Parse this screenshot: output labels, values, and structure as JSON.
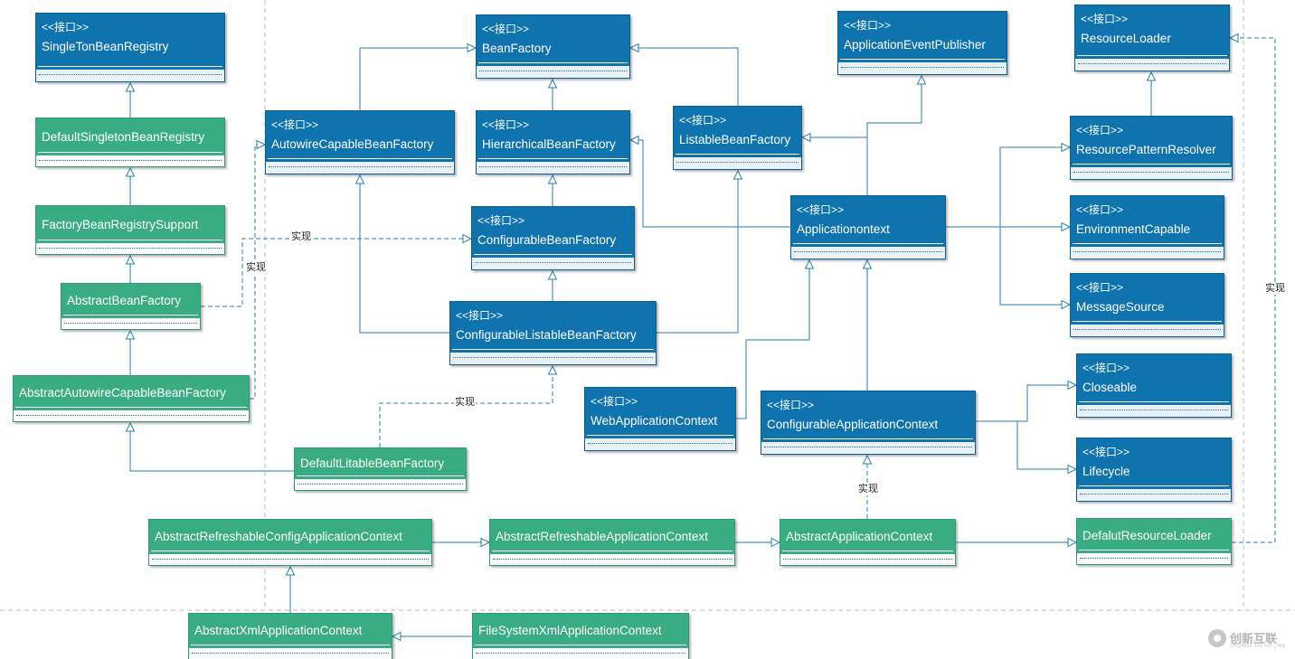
{
  "interface_stereotype": "<<接口>>",
  "colors": {
    "interface": "#0f73ad",
    "class": "#3aac84",
    "line": "#2a7fa6",
    "frame": "#b8b8b8"
  },
  "labels": {
    "implements": "实现"
  },
  "nodes": {
    "singleton_bean_registry": {
      "name": "SingleTonBeanRegistry",
      "kind": "interface"
    },
    "default_singleton_bean_registry": {
      "name": "DefaultSingletonBeanRegistry",
      "kind": "class"
    },
    "factory_bean_registry_support": {
      "name": "FactoryBeanRegistrySupport",
      "kind": "class"
    },
    "abstract_bean_factory": {
      "name": "AbstractBeanFactory",
      "kind": "class"
    },
    "abstract_autowire_capable_bean_factory": {
      "name": "AbstractAutowireCapableBeanFactory",
      "kind": "class"
    },
    "bean_factory": {
      "name": "BeanFactory",
      "kind": "interface"
    },
    "autowire_capable_bean_factory": {
      "name": "AutowireCapableBeanFactory",
      "kind": "interface"
    },
    "hierarchical_bean_factory": {
      "name": "HierarchicalBeanFactory",
      "kind": "interface"
    },
    "configurable_bean_factory": {
      "name": "ConfigurableBeanFactory",
      "kind": "interface"
    },
    "configurable_listable_bean_factory": {
      "name": "ConfigurableListableBeanFactory",
      "kind": "interface"
    },
    "default_listable_bean_factory": {
      "name": "DefaultLitableBeanFactory",
      "kind": "class"
    },
    "listable_bean_factory": {
      "name": "ListableBeanFactory",
      "kind": "interface"
    },
    "application_event_publisher": {
      "name": "ApplicationEventPublisher",
      "kind": "interface"
    },
    "application_context": {
      "name": "Applicationontext",
      "kind": "interface"
    },
    "web_application_context": {
      "name": "WebApplicationContext",
      "kind": "interface"
    },
    "configurable_application_context": {
      "name": "ConfigurableApplicationContext",
      "kind": "interface"
    },
    "resource_loader": {
      "name": "ResourceLoader",
      "kind": "interface"
    },
    "resource_pattern_resolver": {
      "name": "ResourcePatternResolver",
      "kind": "interface"
    },
    "environment_capable": {
      "name": "EnvironmentCapable",
      "kind": "interface"
    },
    "message_source": {
      "name": "MessageSource",
      "kind": "interface"
    },
    "closeable": {
      "name": "Closeable",
      "kind": "interface"
    },
    "lifecycle": {
      "name": "Lifecycle",
      "kind": "interface"
    },
    "abstract_refreshable_config_application_context": {
      "name": "AbstractRefreshableConfigApplicationContext",
      "kind": "class"
    },
    "abstract_refreshable_application_context": {
      "name": "AbstractRefreshableApplicationContext",
      "kind": "class"
    },
    "abstract_application_context": {
      "name": "AbstractApplicationContext",
      "kind": "class"
    },
    "default_resource_loader": {
      "name": "DefalutResourceLoader",
      "kind": "class"
    },
    "abstract_xml_application_context": {
      "name": "AbstractXmlApplicationContext",
      "kind": "class"
    },
    "file_system_xml_application_context": {
      "name": "FileSystemXmlApplicationContext",
      "kind": "class"
    }
  },
  "edges": [
    {
      "from": "default_singleton_bean_registry",
      "to": "singleton_bean_registry",
      "type": "inherit"
    },
    {
      "from": "factory_bean_registry_support",
      "to": "default_singleton_bean_registry",
      "type": "inherit"
    },
    {
      "from": "abstract_bean_factory",
      "to": "factory_bean_registry_support",
      "type": "inherit"
    },
    {
      "from": "abstract_autowire_capable_bean_factory",
      "to": "abstract_bean_factory",
      "type": "inherit"
    },
    {
      "from": "default_listable_bean_factory",
      "to": "abstract_autowire_capable_bean_factory",
      "type": "inherit"
    },
    {
      "from": "abstract_bean_factory",
      "to": "configurable_bean_factory",
      "type": "implement",
      "label": "实现"
    },
    {
      "from": "abstract_autowire_capable_bean_factory",
      "to": "autowire_capable_bean_factory",
      "type": "implement",
      "label": "实现"
    },
    {
      "from": "default_listable_bean_factory",
      "to": "configurable_listable_bean_factory",
      "type": "implement",
      "label": "实现"
    },
    {
      "from": "hierarchical_bean_factory",
      "to": "bean_factory",
      "type": "inherit"
    },
    {
      "from": "autowire_capable_bean_factory",
      "to": "bean_factory",
      "type": "inherit"
    },
    {
      "from": "listable_bean_factory",
      "to": "bean_factory",
      "type": "inherit"
    },
    {
      "from": "configurable_bean_factory",
      "to": "hierarchical_bean_factory",
      "type": "inherit"
    },
    {
      "from": "configurable_listable_bean_factory",
      "to": "configurable_bean_factory",
      "type": "inherit"
    },
    {
      "from": "configurable_listable_bean_factory",
      "to": "autowire_capable_bean_factory",
      "type": "inherit"
    },
    {
      "from": "configurable_listable_bean_factory",
      "to": "listable_bean_factory",
      "type": "inherit"
    },
    {
      "from": "application_context",
      "to": "hierarchical_bean_factory",
      "type": "inherit"
    },
    {
      "from": "application_context",
      "to": "listable_bean_factory",
      "type": "inherit"
    },
    {
      "from": "application_context",
      "to": "application_event_publisher",
      "type": "inherit"
    },
    {
      "from": "application_context",
      "to": "resource_pattern_resolver",
      "type": "inherit"
    },
    {
      "from": "application_context",
      "to": "environment_capable",
      "type": "inherit"
    },
    {
      "from": "application_context",
      "to": "message_source",
      "type": "inherit"
    },
    {
      "from": "resource_pattern_resolver",
      "to": "resource_loader",
      "type": "inherit"
    },
    {
      "from": "web_application_context",
      "to": "application_context",
      "type": "inherit"
    },
    {
      "from": "configurable_application_context",
      "to": "application_context",
      "type": "inherit"
    },
    {
      "from": "configurable_application_context",
      "to": "closeable",
      "type": "inherit"
    },
    {
      "from": "configurable_application_context",
      "to": "lifecycle",
      "type": "inherit"
    },
    {
      "from": "abstract_application_context",
      "to": "configurable_application_context",
      "type": "implement",
      "label": "实现"
    },
    {
      "from": "abstract_refreshable_config_application_context",
      "to": "abstract_refreshable_application_context",
      "type": "inherit"
    },
    {
      "from": "abstract_refreshable_application_context",
      "to": "abstract_application_context",
      "type": "inherit"
    },
    {
      "from": "abstract_application_context",
      "to": "default_resource_loader",
      "type": "inherit"
    },
    {
      "from": "default_resource_loader",
      "to": "resource_loader",
      "type": "implement",
      "label": "实现"
    },
    {
      "from": "abstract_xml_application_context",
      "to": "abstract_refreshable_config_application_context",
      "type": "inherit"
    },
    {
      "from": "file_system_xml_application_context",
      "to": "abstract_xml_application_context",
      "type": "inherit"
    }
  ]
}
